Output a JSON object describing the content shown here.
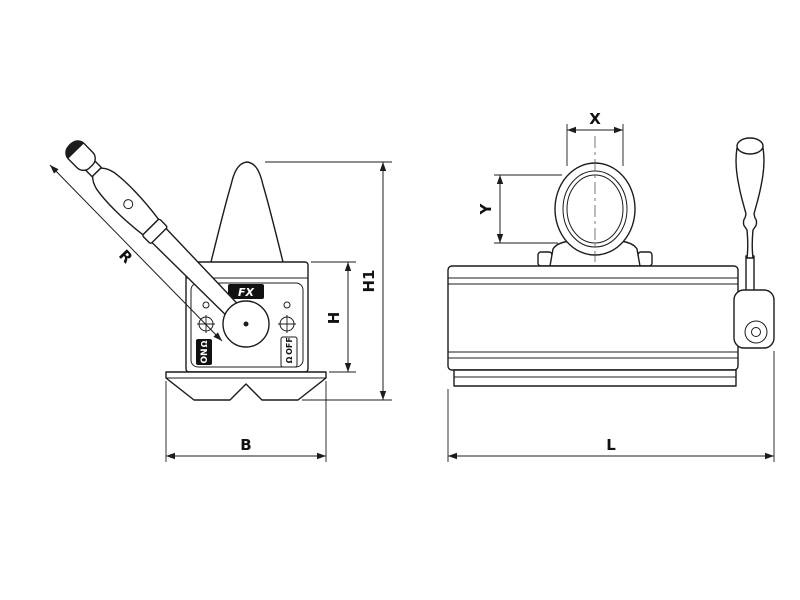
{
  "colors": {
    "background": "#ffffff",
    "line": "#1c1c1c",
    "badge_fill": "#111111"
  },
  "front_view": {
    "logo_text": "FX",
    "on_badge": "ON",
    "off_badge": "OFF",
    "magnet_symbol": "Ω",
    "dim_handle_length": "R",
    "dim_overall_height": "H1",
    "dim_body_height": "H",
    "dim_base_width": "B"
  },
  "side_view": {
    "dim_eye_width": "X",
    "dim_eye_height": "Y",
    "dim_overall_length": "L"
  }
}
